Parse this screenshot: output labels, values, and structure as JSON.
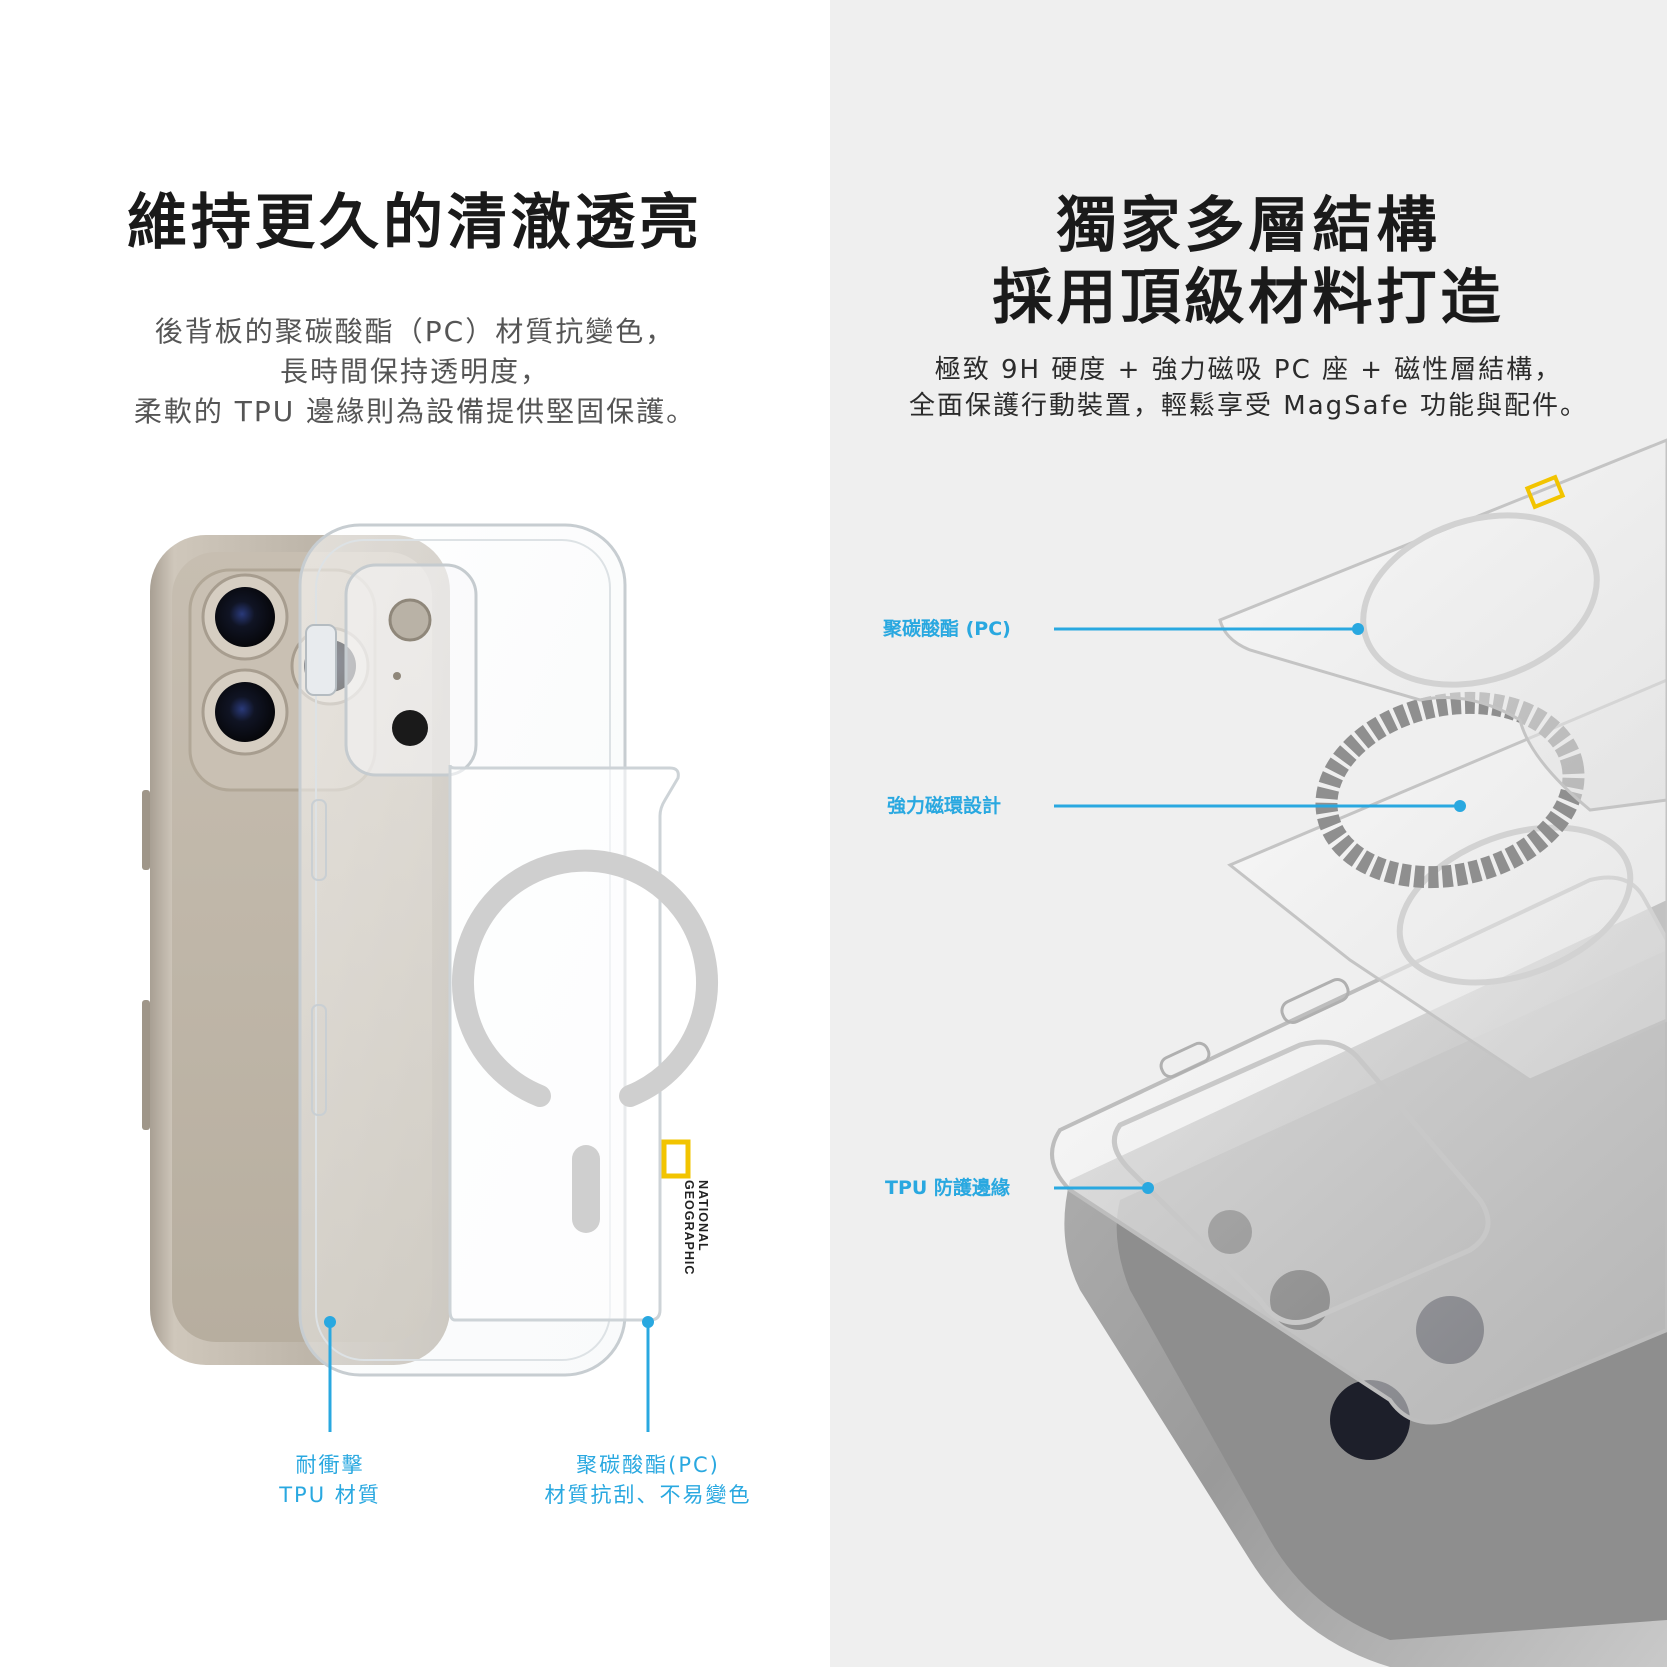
{
  "left": {
    "headline": "維持更久的清澈透亮",
    "body": [
      "後背板的聚碳酸酯（PC）材質抗變色，",
      "長時間保持透明度，",
      "柔軟的 TPU 邊緣則為設備提供堅固保護。"
    ],
    "brand_mark": {
      "line1": "NATIONAL",
      "line2": "GEOGRAPHIC"
    },
    "callouts": [
      {
        "line1": "耐衝擊",
        "line2": "TPU 材質"
      },
      {
        "line1": "聚碳酸酯(PC)",
        "line2": "材質抗刮、不易變色"
      }
    ]
  },
  "right": {
    "headline": [
      "獨家多層結構",
      "採用頂級材料打造"
    ],
    "body": [
      "極致 9H 硬度 + 強力磁吸 PC 座 + 磁性層結構，",
      "全面保護行動裝置，輕鬆享受 MagSafe 功能與配件。"
    ],
    "layers": [
      {
        "label": "聚碳酸酯 (PC)"
      },
      {
        "label": "強力磁環設計"
      },
      {
        "label": "TPU 防護邊緣"
      }
    ]
  },
  "colors": {
    "accent": "#29a8e0",
    "headline": "#1a1a1a",
    "body": "#555555",
    "left_bg": "#ffffff",
    "right_bg": "#efefef",
    "brand_yellow": "#f2c400"
  }
}
